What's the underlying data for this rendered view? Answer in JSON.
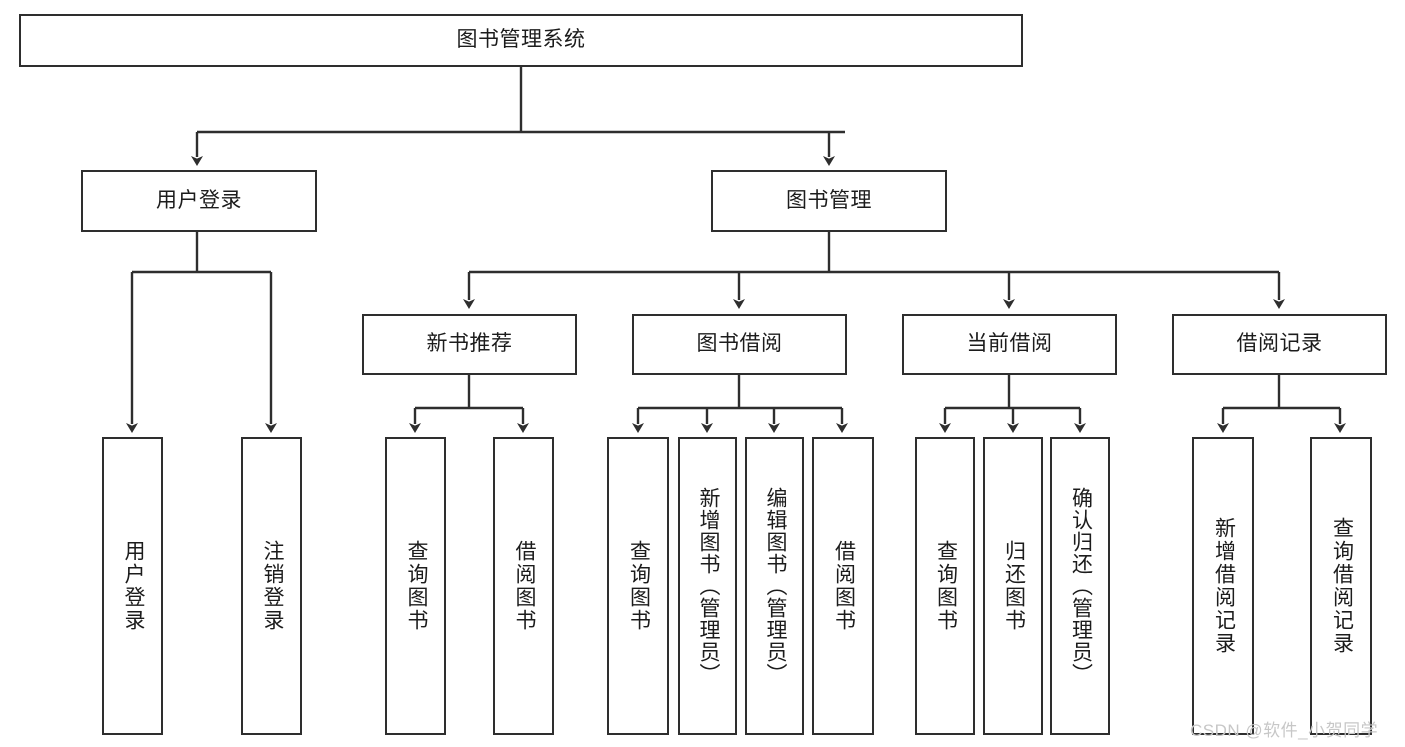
{
  "diagram": {
    "title": "图书管理系统",
    "type": "tree-hierarchy-diagram",
    "theme": {
      "stroke": "#2e2e2e",
      "fill": "#ffffff",
      "text": "#1c1c1c",
      "watermark_color": "#c7c7c7"
    },
    "nodes": {
      "root": {
        "label": "图书管理系统"
      },
      "level2": [
        {
          "id": "user-login",
          "label": "用户登录"
        },
        {
          "id": "book-management",
          "label": "图书管理"
        }
      ],
      "level3": [
        {
          "id": "new-book-recommend",
          "label": "新书推荐"
        },
        {
          "id": "book-borrow",
          "label": "图书借阅"
        },
        {
          "id": "current-borrow",
          "label": "当前借阅"
        },
        {
          "id": "borrow-record",
          "label": "借阅记录"
        }
      ],
      "leaves": {
        "user-login": [
          {
            "id": "leaf-user-login",
            "label": "用户登录"
          },
          {
            "id": "leaf-user-logout",
            "label": "注销登录"
          }
        ],
        "new-book-recommend": [
          {
            "id": "leaf-query-book-1",
            "label": "查询图书"
          },
          {
            "id": "leaf-borrow-book-1",
            "label": "借阅图书"
          }
        ],
        "book-borrow": [
          {
            "id": "leaf-query-book-2",
            "label": "查询图书"
          },
          {
            "id": "leaf-add-book",
            "label": "新增图书（管理员）"
          },
          {
            "id": "leaf-edit-book",
            "label": "编辑图书（管理员）"
          },
          {
            "id": "leaf-borrow-book-2",
            "label": "借阅图书"
          }
        ],
        "current-borrow": [
          {
            "id": "leaf-query-book-3",
            "label": "查询图书"
          },
          {
            "id": "leaf-return-book",
            "label": "归还图书"
          },
          {
            "id": "leaf-confirm-return",
            "label": "确认归还（管理员）"
          }
        ],
        "borrow-record": [
          {
            "id": "leaf-add-record",
            "label": "新增借阅记录"
          },
          {
            "id": "leaf-query-record",
            "label": "查询借阅记录"
          }
        ]
      }
    },
    "watermark": "CSDN @软件_小贺同学"
  }
}
